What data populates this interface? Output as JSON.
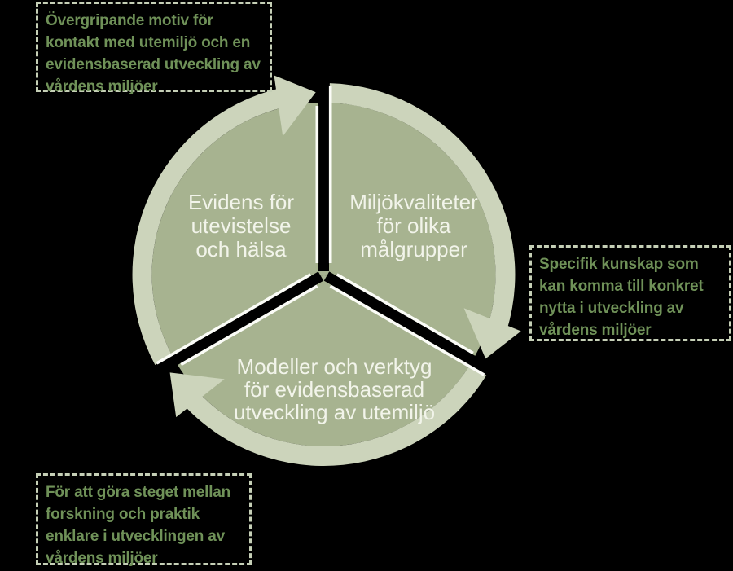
{
  "background_color": "#000000",
  "circle": {
    "segments": [
      {
        "id": "evidens",
        "lines": [
          "Evidens för",
          "utevistelse",
          "och hälsa"
        ]
      },
      {
        "id": "miljokvaliteter",
        "lines": [
          "Miljökvaliteter",
          "för olika",
          "målgrupper"
        ]
      },
      {
        "id": "modeller",
        "lines": [
          "Modeller och verktyg",
          "för evidensbaserad",
          "utveckling av utemiljö"
        ]
      }
    ],
    "colors": {
      "wedge": "#a7b390",
      "band": "#ccd4bb",
      "divider_white": "#fbfcf7",
      "gap_black": "#000000",
      "label_text": "#f2f4ea"
    }
  },
  "annotations": {
    "top_left": {
      "lines": [
        "Övergripande motiv för",
        "kontakt med utemiljö och en",
        "evidensbaserad utveckling av",
        "vårdens miljöer"
      ]
    },
    "right": {
      "lines": [
        "Specifik kunskap som",
        "kan komma till konkret",
        "nytta i utveckling av",
        "vårdens miljöer"
      ]
    },
    "bottom_left": {
      "lines": [
        "För att göra steget mellan",
        "forskning och praktik",
        "enklare i utvecklingen av",
        "vårdens miljöer"
      ]
    }
  },
  "annotation_style": {
    "text_color": "#6f9158",
    "border_color": "#c5cfb6"
  }
}
